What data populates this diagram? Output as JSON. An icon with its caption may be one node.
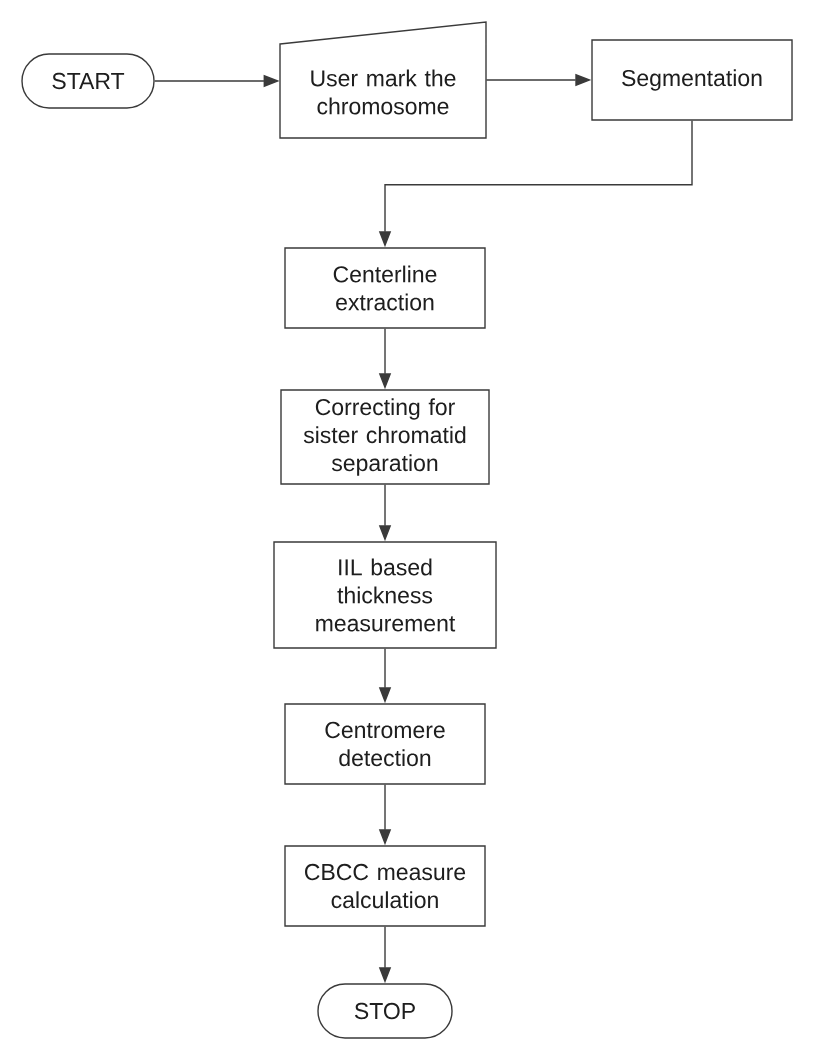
{
  "diagram": {
    "nodes": [
      {
        "text": [
          "START"
        ]
      },
      {
        "text": [
          "User mark the chromosome"
        ]
      },
      {
        "text": [
          "Segmentation"
        ]
      },
      {
        "text": [
          "Centerline extraction"
        ]
      },
      {
        "text": [
          "Correcting for sister chromatid separation"
        ]
      },
      {
        "text": [
          "IIL based thickness measurement"
        ]
      },
      {
        "text": [
          "Centromere detection"
        ]
      },
      {
        "text": [
          "CBCC measure calculation"
        ]
      },
      {
        "text": [
          "STOP"
        ]
      }
    ],
    "edges": [
      {
        "from": 0,
        "to": 1,
        "arrow": "to"
      },
      {
        "from": 1,
        "to": 2,
        "arrow": "to"
      },
      {
        "from": 2,
        "to": 3,
        "arrow": "to"
      },
      {
        "from": 3,
        "to": 4,
        "arrow": "to"
      },
      {
        "from": 4,
        "to": 5,
        "arrow": "to"
      },
      {
        "from": 5,
        "to": 6,
        "arrow": "to"
      },
      {
        "from": 6,
        "to": 7,
        "arrow": "to"
      },
      {
        "from": 7,
        "to": 8,
        "arrow": "to"
      }
    ]
  }
}
